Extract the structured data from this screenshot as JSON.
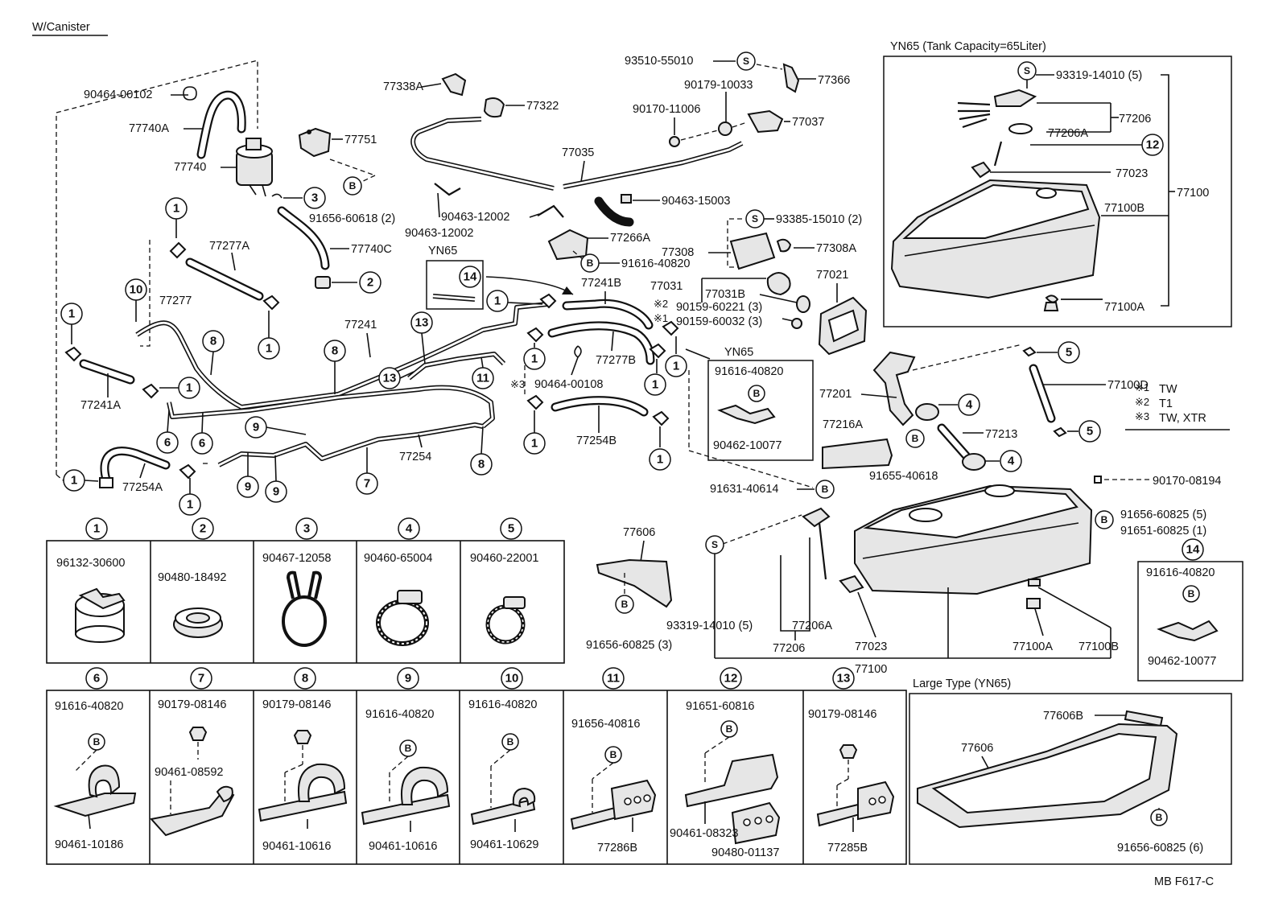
{
  "header": {
    "title": "W/Canister"
  },
  "footer_code": "MB F617-C",
  "part_labels": {
    "p90464_00102": "90464-00102",
    "p77740A": "77740A",
    "p77740": "77740",
    "p77751": "77751",
    "p91656_60618": "91656-60618 (2)",
    "p77740C": "77740C",
    "p77277A": "77277A",
    "p77277": "77277",
    "p77241A": "77241A",
    "p77241": "77241",
    "p77254A": "77254A",
    "p77254": "77254",
    "p77338A": "77338A",
    "p77322": "77322",
    "p77035": "77035",
    "p90463_12002a": "90463-12002",
    "p90463_12002b": "90463-12002",
    "p90463_15003": "90463-15003",
    "p93510_55010": "93510-55010",
    "p90179_10033": "90179-10033",
    "p77366": "77366",
    "p90170_11006": "90170-11006",
    "p77037": "77037",
    "p77266A": "77266A",
    "p91616_40820_top": "91616-40820",
    "p77308": "77308",
    "p93385_15010": "93385-15010 (2)",
    "p77308A": "77308A",
    "p77031": "77031",
    "p77031B": "77031B",
    "p77021": "77021",
    "p90159_60221": "90159-60221 (3)",
    "p90159_60032": "90159-60032 (3)",
    "p77241B": "77241B",
    "p77277B": "77277B",
    "p90464_00108": "90464-00108",
    "p77254B": "77254B",
    "p77201": "77201",
    "p77213": "77213",
    "p77216A": "77216A",
    "p91655_40618": "91655-40618",
    "p91631_40614": "91631-40614",
    "p77100D": "77100D",
    "p90170_08194": "90170-08194",
    "p91656_60825_5": "91656-60825 (5)",
    "p91651_60825_1": "91651-60825 (1)",
    "p77606": "77606",
    "p91656_60825_3": "91656-60825 (3)",
    "p93319_14010_5b": "93319-14010 (5)",
    "p77206A_b": "77206A",
    "p77206_b": "77206",
    "p77023_b": "77023",
    "p77100_b": "77100",
    "p77100A_b": "77100A",
    "p77100B_b": "77100B"
  },
  "notes": {
    "n1": "TW",
    "n2": "T1",
    "n3": "TW, XTR",
    "m1": "※1",
    "m2": "※2",
    "m3": "※3"
  },
  "yn65_tank_box": {
    "title": "YN65  (Tank Capacity=65Liter)",
    "labels": [
      "93319-14010 (5)",
      "77206",
      "77206A",
      "77023",
      "77100",
      "77100B",
      "77100A"
    ]
  },
  "yn65_small_box": {
    "title": "YN65",
    "top": "91616-40820",
    "bottom": "90462-10077"
  },
  "yn65_inset": {
    "title": "YN65"
  },
  "box14": {
    "top": "91616-40820",
    "bottom": "90462-10077"
  },
  "large_type": {
    "title": "Large Type (YN65)",
    "labels": [
      "77606B",
      "77606",
      "91656-60825 (6)"
    ]
  },
  "row1_cells": [
    {
      "num": "1",
      "part": "96132-30600"
    },
    {
      "num": "2",
      "part": "90480-18492"
    },
    {
      "num": "3",
      "part": "90467-12058"
    },
    {
      "num": "4",
      "part": "90460-65004"
    },
    {
      "num": "5",
      "part": "90460-22001"
    }
  ],
  "row2_cells": [
    {
      "num": "6",
      "top": "91616-40820",
      "bottom": "90461-10186"
    },
    {
      "num": "7",
      "top": "90179-08146",
      "mid": "90461-08592"
    },
    {
      "num": "8",
      "top": "90179-08146",
      "bottom": "90461-10616"
    },
    {
      "num": "9",
      "top": "91616-40820",
      "bottom": "90461-10616"
    },
    {
      "num": "10",
      "top": "91616-40820",
      "bottom": "90461-10629"
    },
    {
      "num": "11",
      "top": "91656-40816",
      "bottom": "77286B"
    },
    {
      "num": "12",
      "top": "91651-60816",
      "mid": "90461-08323",
      "bottom": "90480-01137"
    },
    {
      "num": "13",
      "top": "90179-08146",
      "bottom": "77285B"
    }
  ],
  "callouts": {
    "c1": "1",
    "c2": "2",
    "c3": "3",
    "c4": "4",
    "c5": "5",
    "c6": "6",
    "c7": "7",
    "c8": "8",
    "c9": "9",
    "c10": "10",
    "c11": "11",
    "c12": "12",
    "c13": "13",
    "c14": "14",
    "b": "B",
    "s": "S"
  }
}
